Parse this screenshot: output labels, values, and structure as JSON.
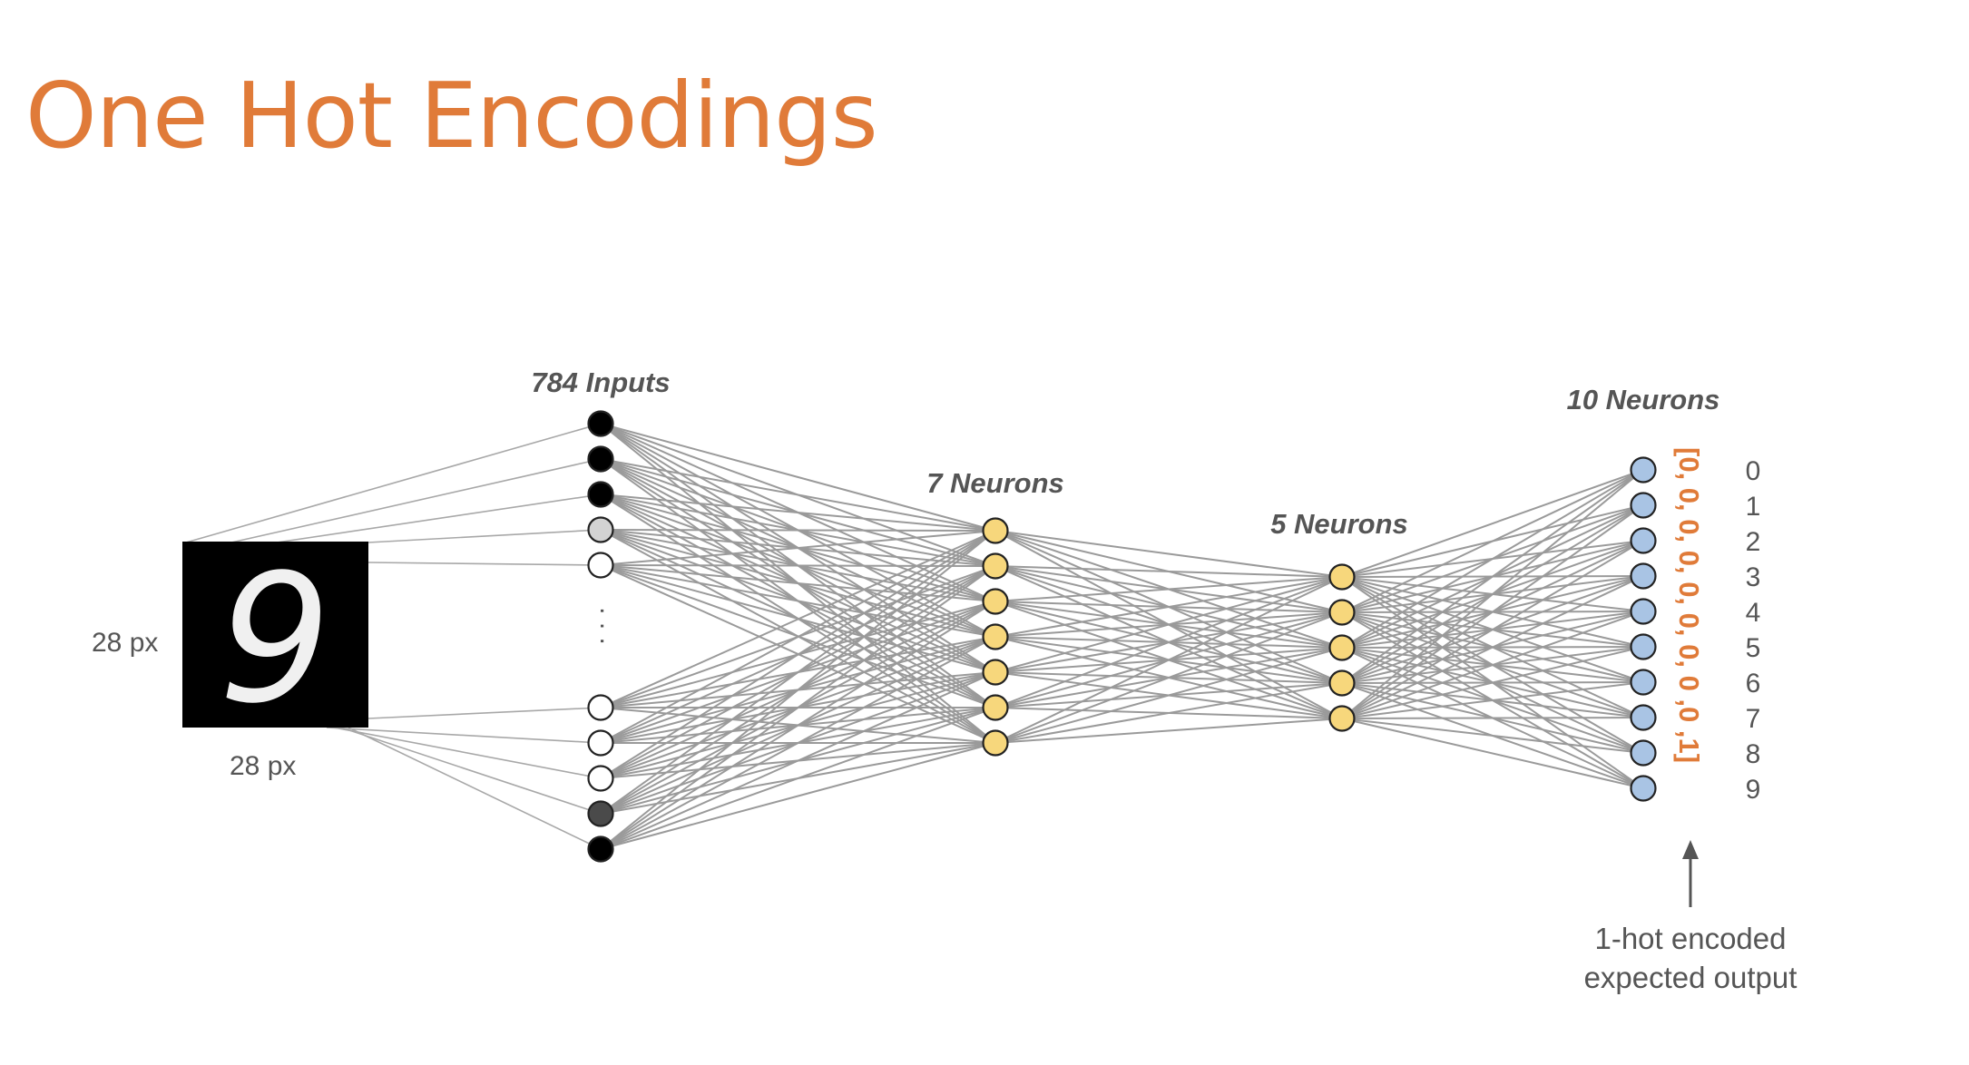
{
  "slide": {
    "title": "One Hot Encodings"
  },
  "image": {
    "digit": "9",
    "height_label": "28 px",
    "width_label": "28 px"
  },
  "layers": {
    "input": {
      "label": "784 Inputs",
      "ellipsis": ". . .",
      "node_fills": [
        "#000000",
        "#000000",
        "#000000",
        "#d3d3d3",
        "#ffffff",
        "#ffffff",
        "#ffffff",
        "#ffffff",
        "#4a4a4a",
        "#000000"
      ]
    },
    "hidden1": {
      "label": "7 Neurons",
      "count": 7,
      "fill": "#f7d77c"
    },
    "hidden2": {
      "label": "5 Neurons",
      "count": 5,
      "fill": "#f7d77c"
    },
    "output": {
      "label": "10 Neurons",
      "count": 10,
      "fill": "#a9c4e4",
      "indices": [
        "0",
        "1",
        "2",
        "3",
        "4",
        "5",
        "6",
        "7",
        "8",
        "9"
      ]
    }
  },
  "one_hot_vector": "[0, 0, 0, 0, 0, 0, 0, 0 ,0 ,1]",
  "annotation": {
    "line1": "1-hot encoded",
    "line2": "expected output"
  },
  "colors": {
    "accent": "#e07b39",
    "text": "#555555",
    "edge": "#9a9a9a"
  }
}
